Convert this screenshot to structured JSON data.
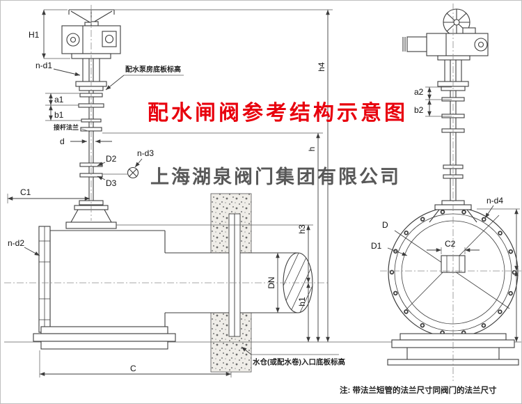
{
  "texts": {
    "title": "配水闸阀参考结构示意图",
    "watermark": "上海湖泉阀门集团有限公司",
    "note": "注: 带法兰短管的法兰尺寸同阀门的法兰尺寸",
    "pump_room_floor": "配水泵房底板标高",
    "stem_flange": "接杆法兰",
    "inlet_floor": "水仓(或配水卷)入口底板标高"
  },
  "dims": {
    "H1": "H1",
    "n_d1": "n-d1",
    "a1": "a1",
    "b1": "b1",
    "d": "d",
    "D2": "D2",
    "n_d3": "n-d3",
    "D3": "D3",
    "C1": "C1",
    "n_d2": "n-d2",
    "C": "C",
    "DN": "DN",
    "h4": "h4",
    "h": "h",
    "h3": "h3",
    "h1": "h1",
    "a2": "a2",
    "b2": "b2",
    "n_d4": "n-d4",
    "D": "D",
    "D1": "D1",
    "C2": "C2"
  },
  "colors": {
    "title_red": "#e8000d",
    "line": "#3c3c3c",
    "watermark_gray": "#4a4a4a"
  }
}
